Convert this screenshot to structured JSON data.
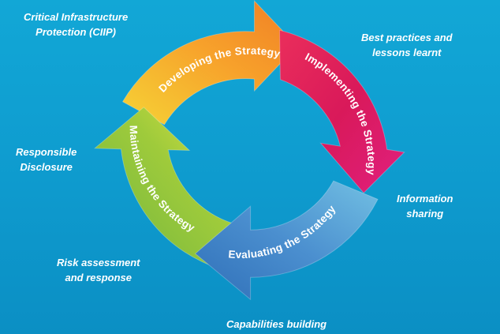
{
  "colors": {
    "background": "#0f9dd0",
    "developing": [
      "#f5d336",
      "#f7a12b",
      "#f07f25"
    ],
    "implementing": [
      "#ea2e5b",
      "#d9195a",
      "#e0207f"
    ],
    "evaluating": [
      "#2f6fb8",
      "#4b8fcf",
      "#72c0e3"
    ],
    "maintaining": [
      "#6fb43f",
      "#9fcb3b",
      "#dfe244"
    ]
  },
  "cycle": {
    "stages": [
      {
        "label": "Developing the Strategy"
      },
      {
        "label": "Implementing the Strategy"
      },
      {
        "label": "Evaluating the Strategy"
      },
      {
        "label": "Maintaining the Strategy"
      }
    ]
  },
  "side_labels": {
    "ciip": [
      "Critical Infrastructure",
      "Protection (CIIP)"
    ],
    "best_practices": [
      "Best practices and",
      "lessons learnt"
    ],
    "responsible_disclosure": [
      "Responsible",
      "Disclosure"
    ],
    "information_sharing": [
      "Information",
      "sharing"
    ],
    "risk_assessment": [
      "Risk assessment",
      "and response"
    ],
    "capabilities": [
      "Capabilities building"
    ]
  }
}
